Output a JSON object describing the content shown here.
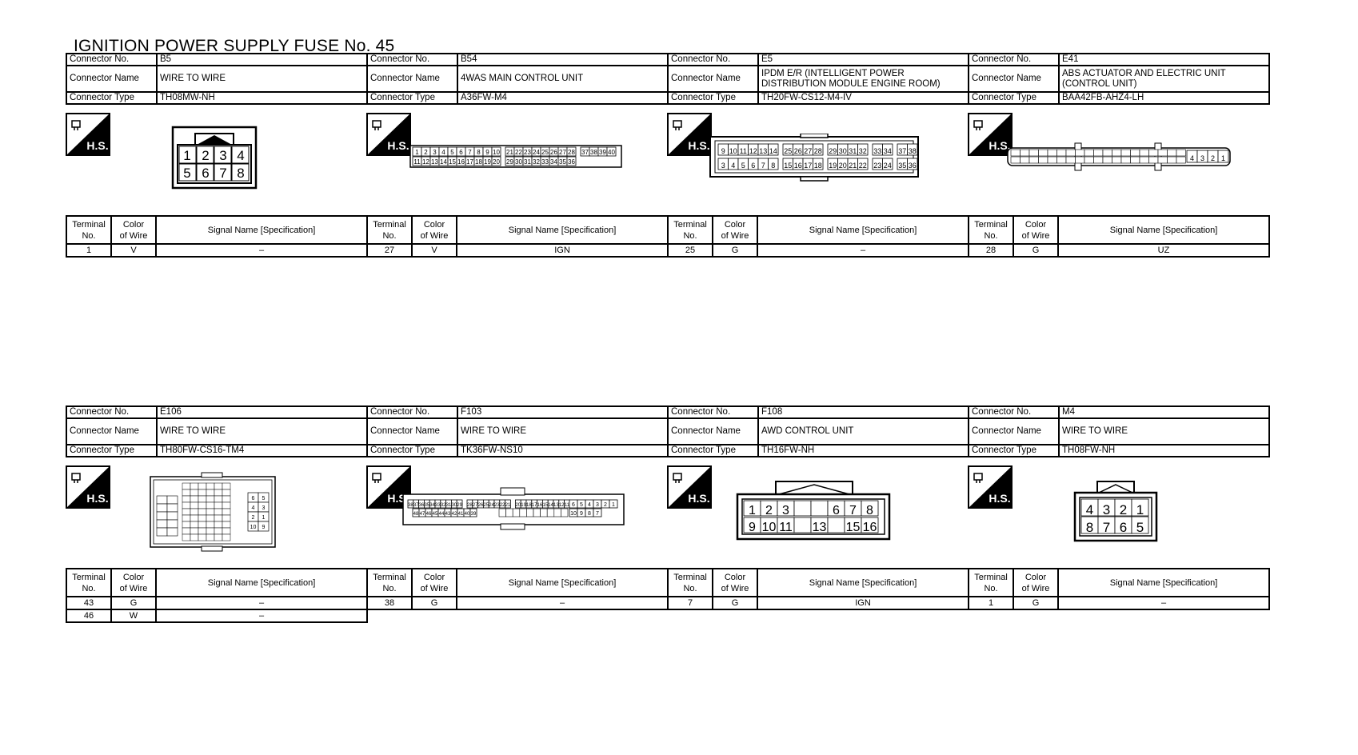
{
  "title": "IGNITION POWER SUPPLY FUSE No. 45",
  "labels": {
    "connector_no": "Connector No.",
    "connector_name": "Connector Name",
    "connector_type": "Connector Type",
    "hs": "H.S.",
    "terminal_no": [
      "Terminal",
      "No."
    ],
    "color_of_wire": [
      "Color",
      "of Wire"
    ],
    "signal_name": "Signal Name [Specification]"
  },
  "connectors": [
    {
      "no": "B5",
      "name": [
        "WIRE TO WIRE"
      ],
      "type": "TH08MW-NH",
      "terminals": [
        {
          "t": "1",
          "c": "V",
          "s": "–"
        }
      ],
      "pins": {
        "top": [
          "1",
          "2",
          "3",
          "4"
        ],
        "bottom": [
          "5",
          "6",
          "7",
          "8"
        ]
      }
    },
    {
      "no": "B54",
      "name": [
        "4WAS MAIN CONTROL UNIT"
      ],
      "type": "A36FW-M4",
      "terminals": [
        {
          "t": "27",
          "c": "V",
          "s": "IGN"
        }
      ],
      "pins": {
        "top": [
          "1",
          "2",
          "3",
          "4",
          "5",
          "6",
          "7",
          "8",
          "9",
          "10",
          "21",
          "22",
          "23",
          "24",
          "25",
          "26",
          "27",
          "28",
          "37",
          "38",
          "39",
          "40"
        ],
        "bottom": [
          "11",
          "12",
          "13",
          "14",
          "15",
          "16",
          "17",
          "18",
          "19",
          "20",
          "29",
          "30",
          "31",
          "32",
          "33",
          "34",
          "35",
          "36"
        ]
      }
    },
    {
      "no": "E5",
      "name": [
        "IPDM E/R (INTELLIGENT POWER",
        "DISTRIBUTION MODULE ENGINE ROOM)"
      ],
      "type": "TH20FW-CS12-M4-IV",
      "terminals": [
        {
          "t": "25",
          "c": "G",
          "s": "–"
        }
      ],
      "pins": {
        "top": [
          "9",
          "10",
          "11",
          "12",
          "13",
          "14",
          "25",
          "26",
          "27",
          "28",
          "29",
          "30",
          "31",
          "32",
          "33",
          "34",
          "37",
          "38"
        ],
        "bottom": [
          "3",
          "4",
          "5",
          "6",
          "7",
          "8",
          "15",
          "16",
          "17",
          "18",
          "19",
          "20",
          "21",
          "22",
          "23",
          "24",
          "35",
          "36"
        ]
      }
    },
    {
      "no": "E41",
      "name": [
        "ABS ACTUATOR AND ELECTRIC UNIT",
        "(CONTROL UNIT)"
      ],
      "type": "BAA42FB-AHZ4-LH",
      "terminals": [
        {
          "t": "28",
          "c": "G",
          "s": "UZ"
        }
      ],
      "pins": {
        "right": [
          "4",
          "3",
          "2",
          "1"
        ]
      }
    },
    {
      "no": "E106",
      "name": [
        "WIRE TO WIRE"
      ],
      "type": "TH80FW-CS16-TM4",
      "terminals": [
        {
          "t": "43",
          "c": "G",
          "s": "–"
        },
        {
          "t": "46",
          "c": "W",
          "s": "–"
        }
      ],
      "pins": {
        "side": [
          "6",
          "5",
          "4",
          "3",
          "2",
          "1",
          "10",
          "9"
        ]
      }
    },
    {
      "no": "F103",
      "name": [
        "WIRE TO WIRE"
      ],
      "type": "TK36FW-NS10",
      "terminals": [
        {
          "t": "38",
          "c": "G",
          "s": "–"
        }
      ],
      "pins": {
        "top": [
          "38",
          "37",
          "36",
          "35",
          "34",
          "33",
          "32",
          "31",
          "30",
          "29",
          "28",
          "27",
          "26",
          "25",
          "24",
          "23",
          "22",
          "21",
          "20",
          "19",
          "18",
          "17",
          "16",
          "15",
          "14",
          "13",
          "12",
          "11",
          "6",
          "5",
          "4",
          "3",
          "2",
          "1"
        ],
        "bottom": [
          "48",
          "47",
          "46",
          "45",
          "44",
          "43",
          "42",
          "41",
          "40",
          "39",
          "10",
          "9",
          "8",
          "7"
        ]
      }
    },
    {
      "no": "F108",
      "name": [
        "AWD CONTROL UNIT"
      ],
      "type": "TH16FW-NH",
      "terminals": [
        {
          "t": "7",
          "c": "G",
          "s": "IGN"
        }
      ],
      "pins": {
        "top": [
          "1",
          "2",
          "3",
          "",
          "",
          "6",
          "7",
          "8"
        ],
        "bottom": [
          "9",
          "10",
          "11",
          "",
          "13",
          "",
          "15",
          "16"
        ]
      }
    },
    {
      "no": "M4",
      "name": [
        "WIRE TO WIRE"
      ],
      "type": "TH08FW-NH",
      "terminals": [
        {
          "t": "1",
          "c": "G",
          "s": "–"
        }
      ],
      "pins": {
        "top": [
          "4",
          "3",
          "2",
          "1"
        ],
        "bottom": [
          "8",
          "7",
          "6",
          "5"
        ]
      }
    }
  ]
}
